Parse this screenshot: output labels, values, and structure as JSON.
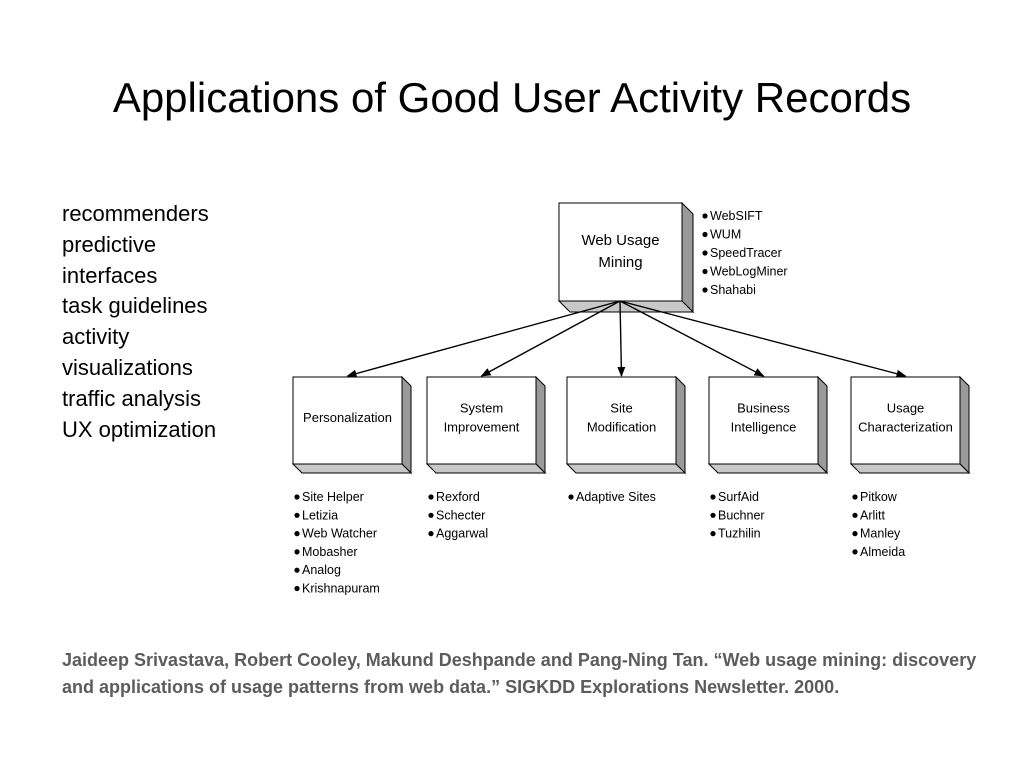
{
  "title": "Applications of Good User Activity Records",
  "left_list": [
    "recommenders",
    "predictive",
    "interfaces",
    "task guidelines",
    "activity",
    "visualizations",
    "traffic analysis",
    "UX optimization"
  ],
  "diagram": {
    "root": {
      "label_lines": [
        "Web Usage",
        "Mining"
      ],
      "tools": [
        "WebSIFT",
        "WUM",
        "SpeedTracer",
        "WebLogMiner",
        "Shahabi"
      ]
    },
    "children": [
      {
        "label_lines": [
          "Personalization"
        ],
        "items": [
          "Site Helper",
          "Letizia",
          "Web Watcher",
          "Mobasher",
          "Analog",
          "Krishnapuram"
        ]
      },
      {
        "label_lines": [
          "System",
          "Improvement"
        ],
        "items": [
          "Rexford",
          "Schecter",
          "Aggarwal"
        ]
      },
      {
        "label_lines": [
          "Site",
          "Modification"
        ],
        "items": [
          "Adaptive Sites"
        ]
      },
      {
        "label_lines": [
          "Business",
          "Intelligence"
        ],
        "items": [
          "SurfAid",
          "Buchner",
          "Tuzhilin"
        ]
      },
      {
        "label_lines": [
          "Usage",
          "Characterization"
        ],
        "items": [
          "Pitkow",
          "Arlitt",
          "Manley",
          "Almeida"
        ]
      }
    ]
  },
  "citation": "Jaideep Srivastava, Robert Cooley, Makund Deshpande and Pang-Ning Tan. “Web usage mining: discovery and applications of usage patterns from web data.” SIGKDD Explorations Newsletter. 2000."
}
